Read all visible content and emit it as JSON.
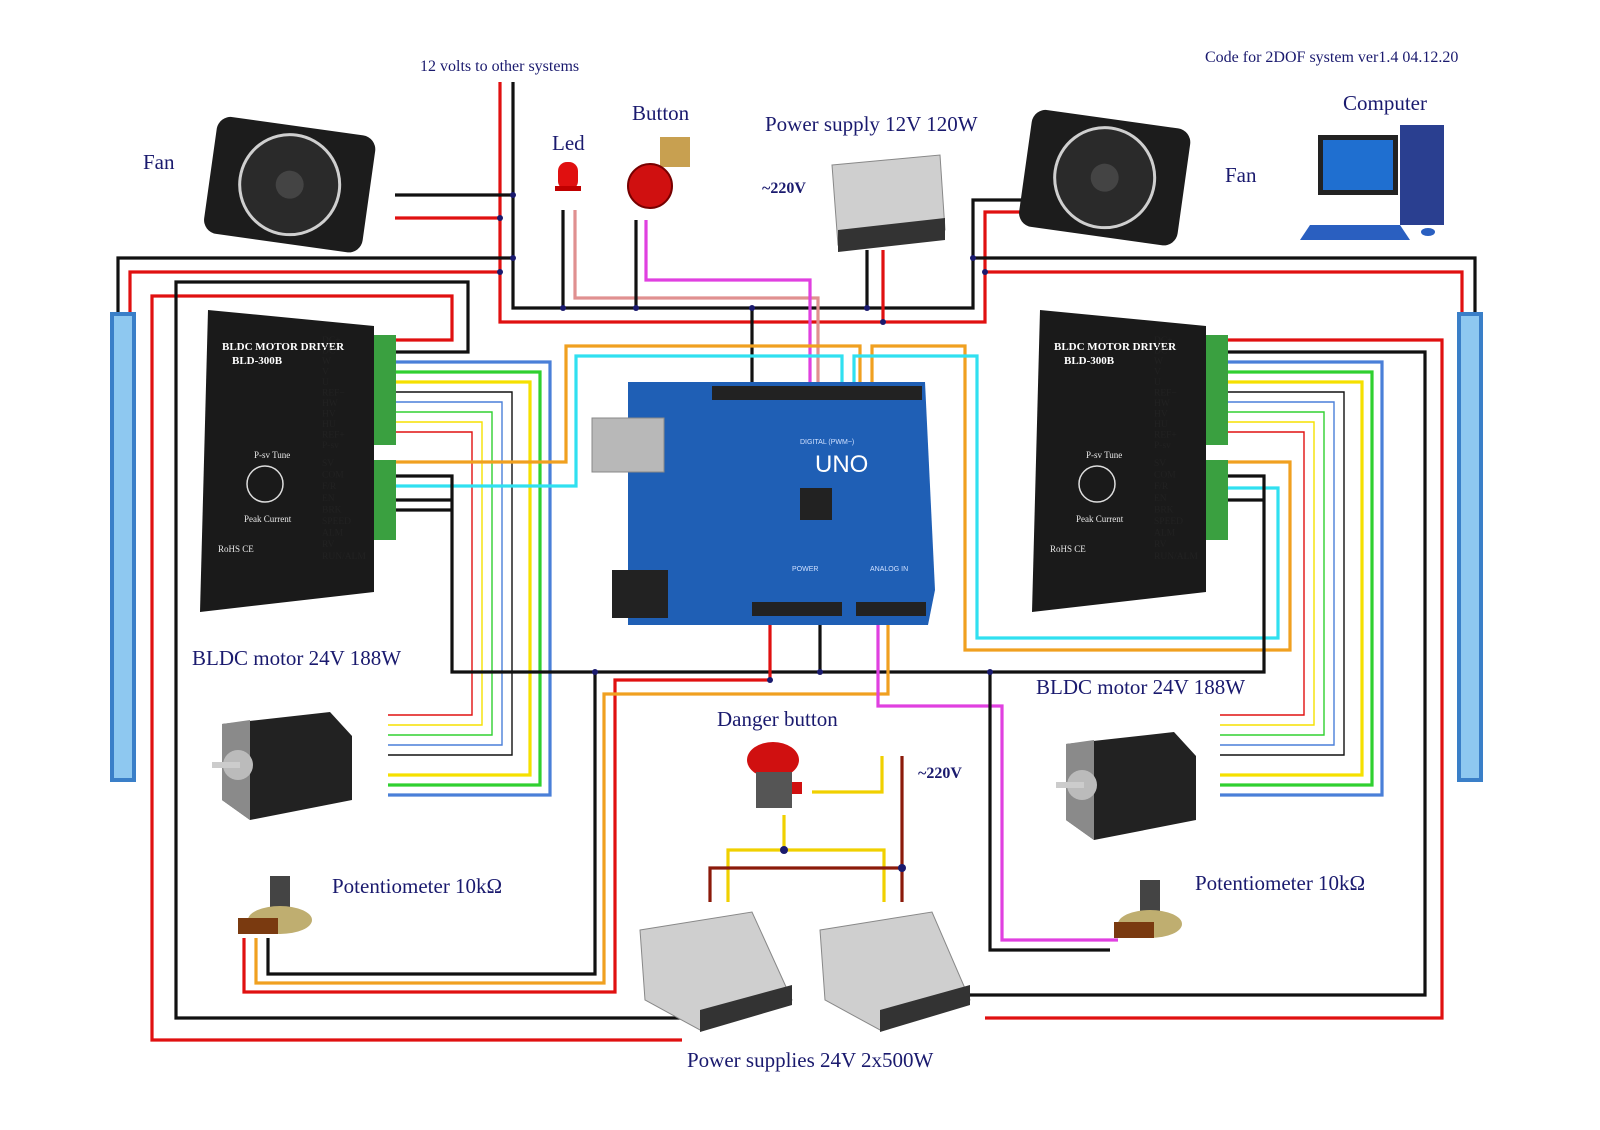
{
  "header": {
    "title": "Code for 2DOF system ver1.4 04.12.20",
    "top_note": "12 volts to other systems"
  },
  "labels": {
    "fan_left": "Fan",
    "fan_right": "Fan",
    "led": "Led",
    "button": "Button",
    "power_supply_12v": "Power supply 12V 120W",
    "mains_top": "~220V",
    "computer": "Computer",
    "motor_left": "BLDC motor 24V 188W",
    "motor_right": "BLDC motor 24V 188W",
    "danger_button": "Danger button",
    "mains_bottom": "~220V",
    "pot_left": "Potentiometer 10kΩ",
    "pot_right": "Potentiometer 10kΩ",
    "power_supplies_24v": "Power supplies 24V 2x500W"
  },
  "driver": {
    "title": "BLDC MOTOR DRIVER",
    "model": "BLD-300B",
    "tune_label": "P-sv Tune",
    "peak_label": "Peak Current",
    "rohs": "RoHS CE",
    "pins_top": [
      "DC+",
      "DC−",
      "W",
      "V",
      "U",
      "REF−",
      "HW",
      "HV",
      "HU",
      "REF+",
      "P-sv"
    ],
    "pins_bottom": [
      "SV",
      "COM",
      "F/R",
      "EN",
      "BRK",
      "SPEED",
      "ALM",
      "RV",
      "RUN/ALM"
    ]
  },
  "arduino": {
    "brand": "UNO",
    "digital_label": "DIGITAL (PWM~)",
    "power_label": "POWER",
    "analog_label": "ANALOG IN"
  },
  "colors": {
    "red": "#e01010",
    "black": "#111111",
    "orange": "#f0a020",
    "cyan": "#30e0f0",
    "magenta": "#e040e0",
    "brown": "#8b1a0a",
    "yellow": "#f5e000",
    "green": "#30d030",
    "blue": "#4a7fd8",
    "label": "#1a1a6e",
    "arduino_blue": "#1f5fb5",
    "driver_black": "#1a1a1a"
  }
}
